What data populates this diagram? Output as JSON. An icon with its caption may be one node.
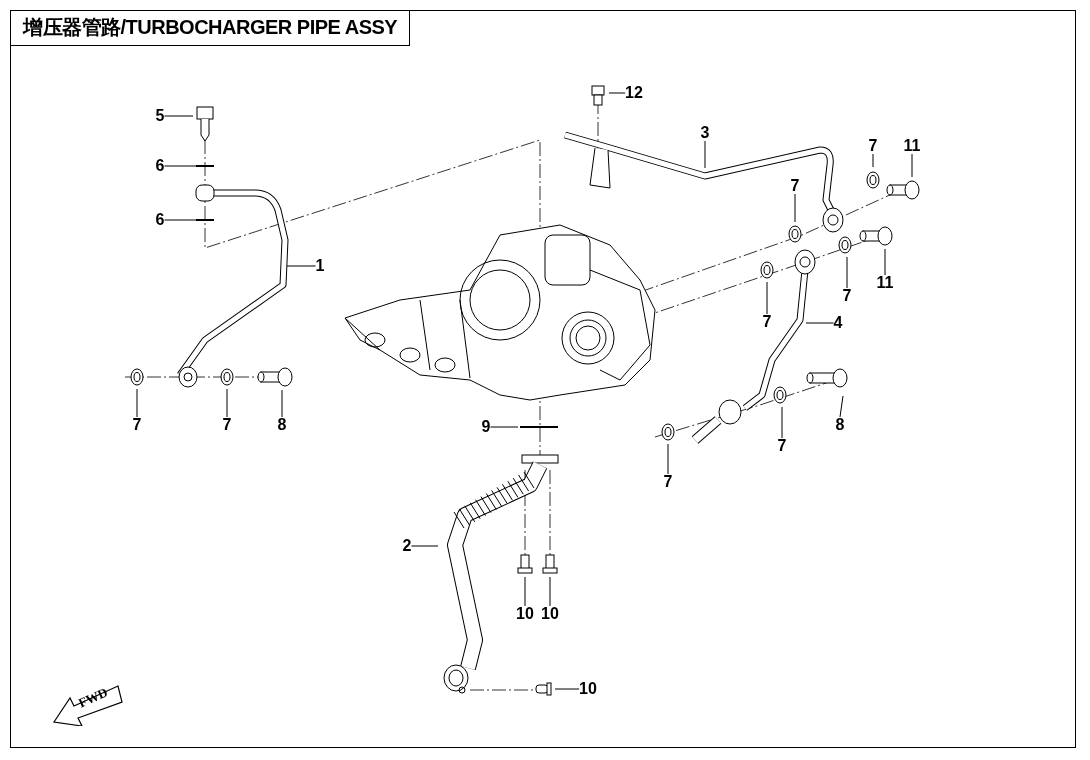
{
  "diagram": {
    "title": "增压器管路/TURBOCHARGER PIPE ASSY",
    "nodes": [
      {
        "text": [
          "12"
        ]
      },
      {
        "text": [
          "5"
        ]
      },
      {
        "text": [
          "3"
        ]
      },
      {
        "text": [
          "11"
        ]
      },
      {
        "text": [
          "7"
        ]
      },
      {
        "text": [
          "6"
        ]
      },
      {
        "text": [
          "7"
        ]
      },
      {
        "text": [
          "6"
        ]
      },
      {
        "text": [
          "1"
        ]
      },
      {
        "text": [
          "11"
        ]
      },
      {
        "text": [
          "7"
        ]
      },
      {
        "text": [
          "7"
        ]
      },
      {
        "text": [
          "4"
        ]
      },
      {
        "text": [
          "7"
        ]
      },
      {
        "text": [
          "7"
        ]
      },
      {
        "text": [
          "8"
        ]
      },
      {
        "text": [
          "8"
        ]
      },
      {
        "text": [
          "9"
        ]
      },
      {
        "text": [
          "7"
        ]
      },
      {
        "text": [
          "7"
        ]
      },
      {
        "text": [
          "2"
        ]
      },
      {
        "text": [
          "10"
        ]
      },
      {
        "text": [
          "10"
        ]
      },
      {
        "text": [
          "10"
        ]
      },
      {
        "text": [
          "FWD"
        ]
      }
    ],
    "edges": [
      {
        "from": 0,
        "to": null,
        "arrow": "none"
      },
      {
        "from": 1,
        "to": null,
        "arrow": "none"
      },
      {
        "from": 2,
        "to": null,
        "arrow": "none"
      },
      {
        "from": 3,
        "to": null,
        "arrow": "none"
      },
      {
        "from": 4,
        "to": null,
        "arrow": "none"
      },
      {
        "from": 5,
        "to": null,
        "arrow": "none"
      },
      {
        "from": 6,
        "to": null,
        "arrow": "none"
      },
      {
        "from": 7,
        "to": null,
        "arrow": "none"
      },
      {
        "from": 8,
        "to": null,
        "arrow": "none"
      },
      {
        "from": 9,
        "to": null,
        "arrow": "none"
      },
      {
        "from": 10,
        "to": null,
        "arrow": "none"
      },
      {
        "from": 11,
        "to": null,
        "arrow": "none"
      },
      {
        "from": 12,
        "to": null,
        "arrow": "none"
      },
      {
        "from": 13,
        "to": null,
        "arrow": "none"
      },
      {
        "from": 14,
        "to": null,
        "arrow": "none"
      },
      {
        "from": 15,
        "to": null,
        "arrow": "none"
      },
      {
        "from": 16,
        "to": null,
        "arrow": "none"
      },
      {
        "from": 17,
        "to": null,
        "arrow": "none"
      },
      {
        "from": 18,
        "to": null,
        "arrow": "none"
      },
      {
        "from": 19,
        "to": null,
        "arrow": "none"
      },
      {
        "from": 20,
        "to": null,
        "arrow": "none"
      },
      {
        "from": 21,
        "to": null,
        "arrow": "none"
      },
      {
        "from": 22,
        "to": null,
        "arrow": "none"
      },
      {
        "from": 23,
        "to": null,
        "arrow": "none"
      }
    ]
  }
}
